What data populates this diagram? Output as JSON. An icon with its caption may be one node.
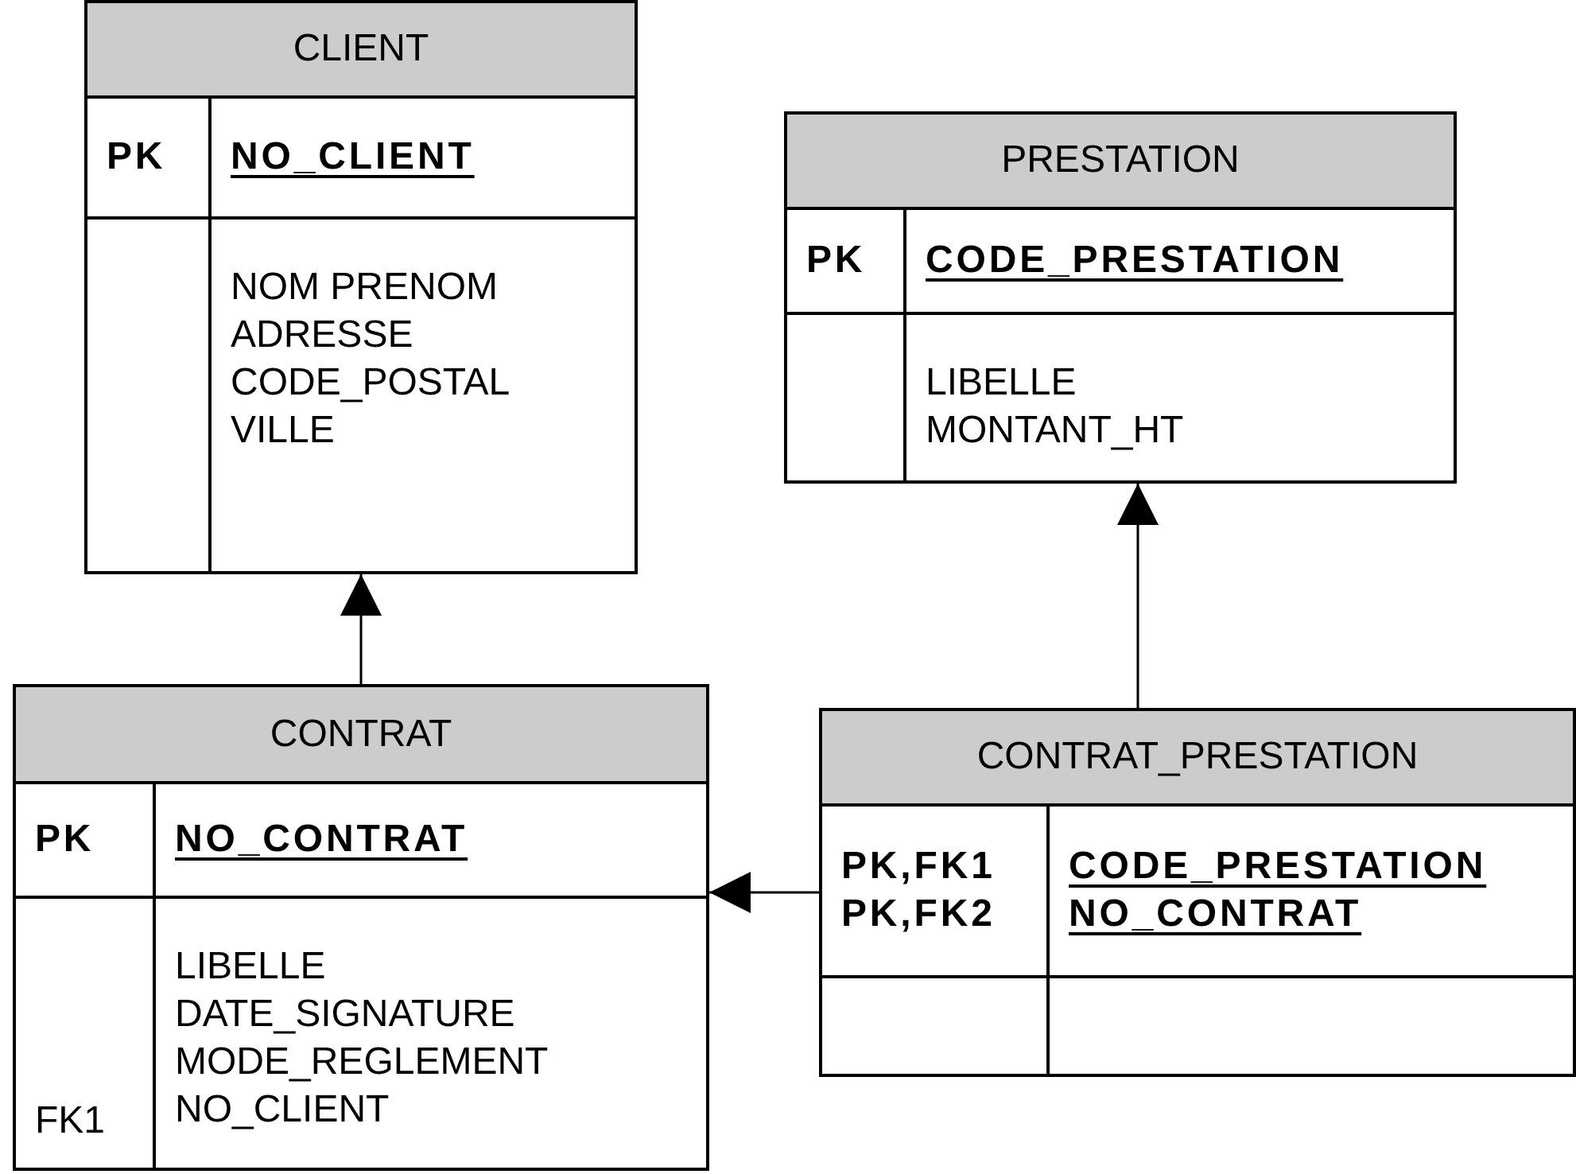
{
  "diagram": {
    "nodes": [
      {
        "text": [
          "CLIENT",
          "PK",
          "NO_CLIENT",
          "NOM PRENOM ADRESSE CODE_POSTAL VILLE"
        ]
      },
      {
        "text": [
          "PRESTATION",
          "PK",
          "CODE_PRESTATION",
          "LIBELLE MONTANT_HT"
        ]
      },
      {
        "text": [
          "CONTRAT",
          "PK",
          "NO_CONTRAT",
          "FK1",
          "LIBELLE DATE_SIGNATURE MODE_REGLEMENT NO_CLIENT"
        ]
      },
      {
        "text": [
          "CONTRAT_PRESTATION",
          "PK,FK1 PK,FK2",
          "CODE_PRESTATION NO_CONTRAT"
        ]
      }
    ],
    "edges": [
      {
        "from": 2,
        "to": 0,
        "arrow": "to"
      },
      {
        "from": 3,
        "to": 1,
        "arrow": "to"
      },
      {
        "from": 3,
        "to": 2,
        "arrow": "to"
      }
    ]
  }
}
